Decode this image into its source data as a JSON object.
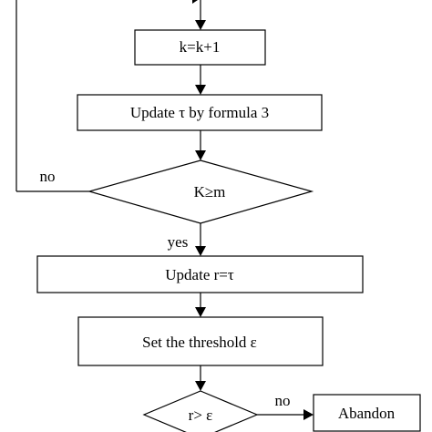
{
  "diagram": {
    "type": "flowchart",
    "nodes": {
      "increment": "k=k+1",
      "update_tau": "Update τ by formula 3",
      "check_k": "K≥m",
      "update_r": "Update r=τ",
      "set_threshold": "Set the threshold ε",
      "check_r": "r> ε",
      "abandon": "Abandon"
    },
    "edge_labels": {
      "check_k_no": "no",
      "check_k_yes": "yes",
      "check_r_no": "no"
    }
  }
}
